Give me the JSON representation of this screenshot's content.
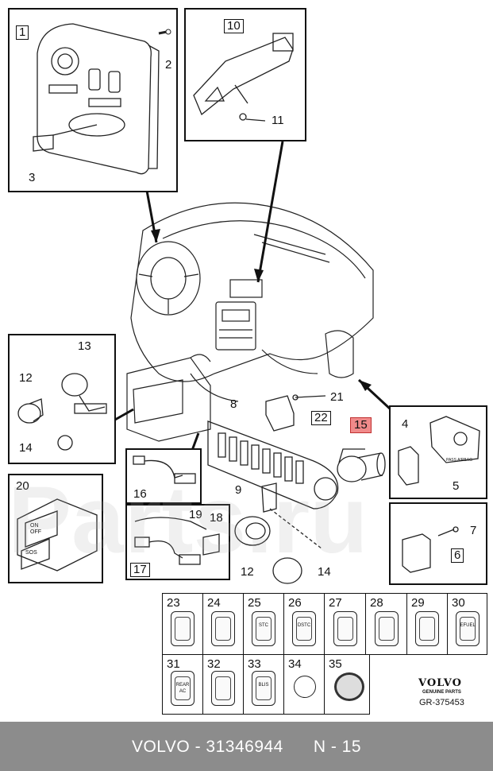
{
  "callouts": {
    "c1": "1",
    "c2": "2",
    "c3": "3",
    "c4": "4",
    "c5": "5",
    "c6": "6",
    "c7": "7",
    "c8": "8",
    "c9": "9",
    "c10": "10",
    "c11": "11",
    "c12a": "12",
    "c12b": "12",
    "c13": "13",
    "c14a": "14",
    "c14b": "14",
    "c15": "15",
    "c16": "16",
    "c17": "17",
    "c18": "18",
    "c19": "19",
    "c20": "20",
    "c21": "21",
    "c22": "22"
  },
  "grid_top": [
    {
      "label": "23",
      "cap": ""
    },
    {
      "label": "24",
      "cap": ""
    },
    {
      "label": "25",
      "cap": "STC"
    },
    {
      "label": "26",
      "cap": "DSTC"
    },
    {
      "label": "27",
      "cap": ""
    },
    {
      "label": "28",
      "cap": ""
    },
    {
      "label": "29",
      "cap": ""
    },
    {
      "label": "30",
      "cap": "EFUEL"
    }
  ],
  "grid_bottom": [
    {
      "label": "31",
      "cap": "REAR AC"
    },
    {
      "label": "32",
      "cap": ""
    },
    {
      "label": "33",
      "cap": "BLIS"
    },
    {
      "label": "34",
      "cap": ""
    },
    {
      "label": "35",
      "cap": ""
    }
  ],
  "switch_labels": {
    "on_off": "ON OFF",
    "sos": "SOS",
    "pass_airbag": "PASS AIRBAG"
  },
  "brand": {
    "logo": "VOLVO",
    "genuine": "GENUINE PARTS",
    "code": "GR-375453"
  },
  "footer": {
    "text": "VOLVO - 31346944      N - 15"
  },
  "watermark": "Parts.ru",
  "colors": {
    "highlight": "#f08a8a",
    "footer_bg": "#8c8c8c"
  }
}
